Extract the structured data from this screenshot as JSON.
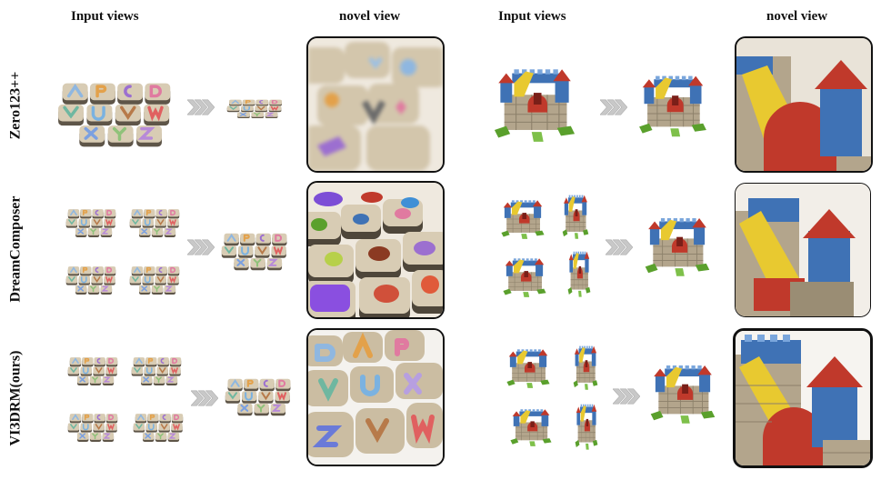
{
  "headers": {
    "input_left": "Input views",
    "novel_left": "novel view",
    "input_right": "Input views",
    "novel_right": "novel view"
  },
  "rows": [
    {
      "label": "Zero123++"
    },
    {
      "label": "DreamComposer"
    },
    {
      "label": "VI3DRM(ours)"
    }
  ],
  "colors": {
    "tile": "#d8ccb4",
    "tile_shadow": "#5e5548",
    "chevron": "#c8c8c8",
    "brick_blue": "#3f72b5",
    "brick_red": "#c0392b",
    "brick_yellow": "#e8c930",
    "brick_green": "#5aa02c",
    "brick_tan": "#b3a58c"
  }
}
